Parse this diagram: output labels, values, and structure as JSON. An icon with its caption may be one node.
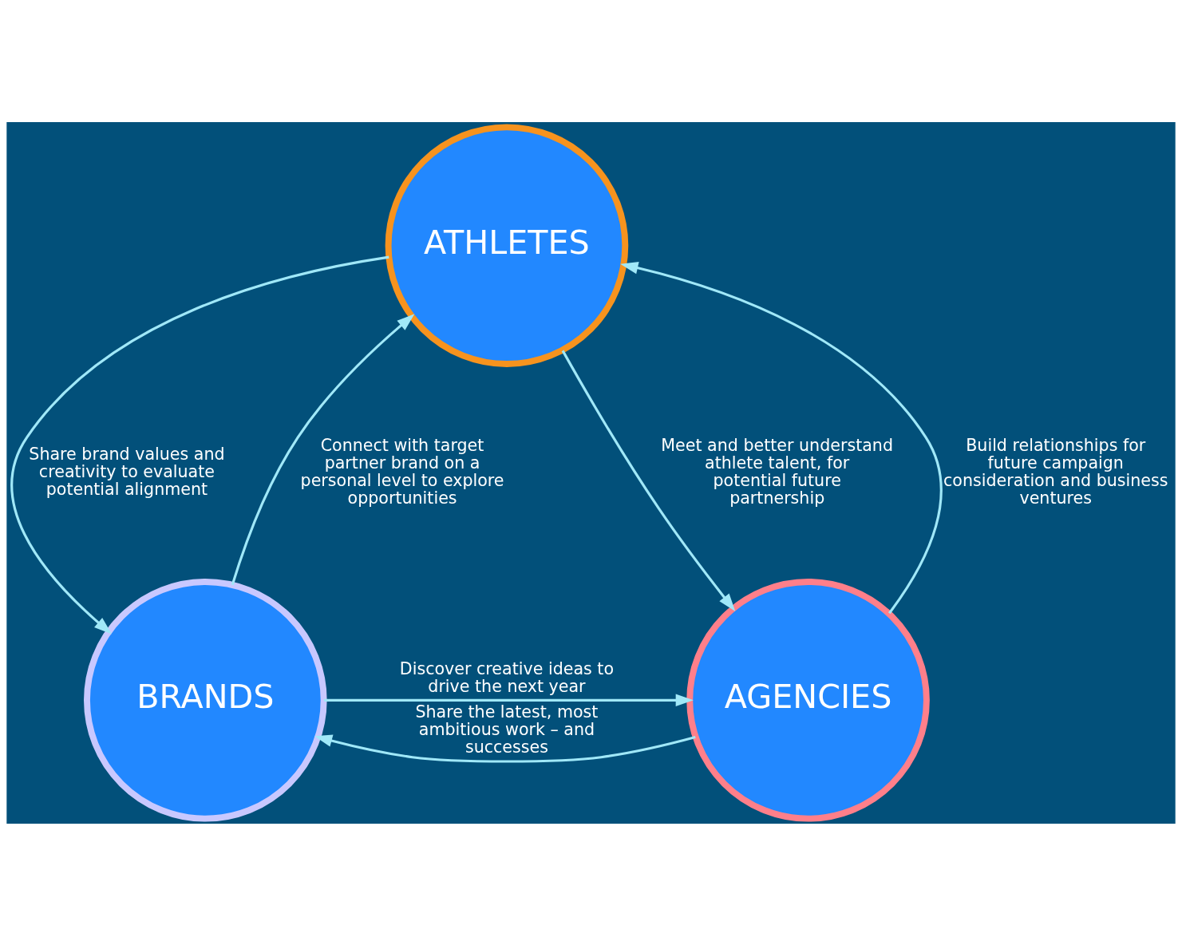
{
  "diagram": {
    "nodes": [
      {
        "text": [
          "ATHLETES"
        ]
      },
      {
        "text": [
          "BRANDS"
        ]
      },
      {
        "text": [
          "AGENCIES"
        ]
      }
    ],
    "edges": [
      {
        "from": 1,
        "to": 0,
        "arrow": "to",
        "label": "Connect with target partner brand on a personal level to explore opportunities"
      },
      {
        "from": 0,
        "to": 1,
        "arrow": "to",
        "label": "Share brand values and creativity to evaluate potential alignment"
      },
      {
        "from": 0,
        "to": 2,
        "arrow": "to",
        "label": "Meet and better understand athlete talent, for potential future partnership"
      },
      {
        "from": 2,
        "to": 0,
        "arrow": "to",
        "label": "Build relationships for future campaign consideration and business ventures"
      },
      {
        "from": 1,
        "to": 2,
        "arrow": "to",
        "label": "Discover creative ideas to drive the next year"
      },
      {
        "from": 2,
        "to": 1,
        "arrow": "to",
        "label": "Share the latest, most ambitious work – and successes"
      }
    ]
  }
}
